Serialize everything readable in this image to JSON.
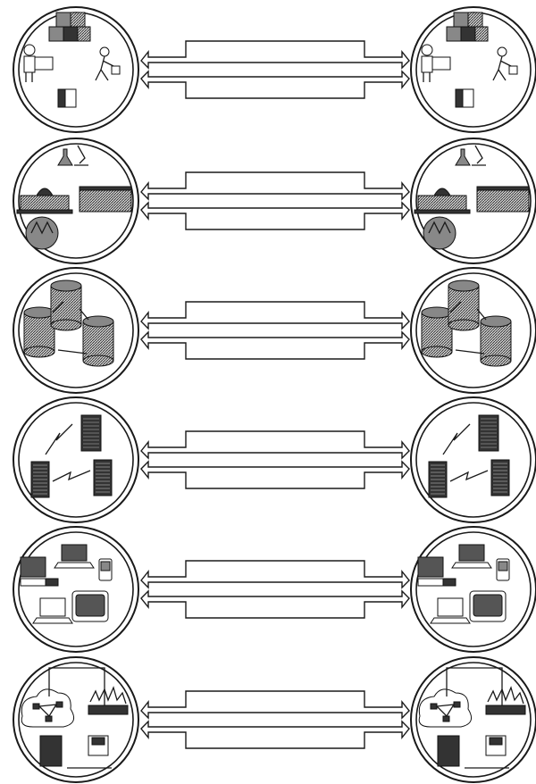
{
  "diagram": {
    "rows": [
      {
        "id": "business-operations",
        "left_icon": "business-operations-icon",
        "right_icon": "business-operations-icon"
      },
      {
        "id": "institutions",
        "left_icon": "institutions-icon",
        "right_icon": "institutions-icon"
      },
      {
        "id": "databases",
        "left_icon": "databases-icon",
        "right_icon": "databases-icon"
      },
      {
        "id": "servers",
        "left_icon": "servers-icon",
        "right_icon": "servers-icon"
      },
      {
        "id": "client-devices",
        "left_icon": "client-devices-icon",
        "right_icon": "client-devices-icon"
      },
      {
        "id": "network-infrastructure",
        "left_icon": "network-infrastructure-icon",
        "right_icon": "network-infrastructure-icon"
      }
    ],
    "connector": "double-arrow"
  }
}
